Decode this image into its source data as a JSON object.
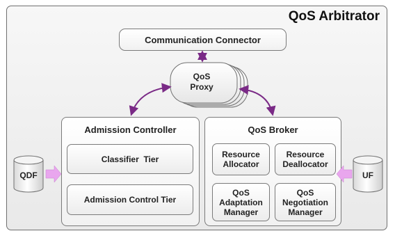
{
  "title": "QoS Arbitrator",
  "communication_connector": "Communication Connector",
  "proxy": {
    "line1": "QoS",
    "line2": "Proxy"
  },
  "admission_controller": {
    "title": "Admission Controller",
    "tiers": [
      "Classifier  Tier",
      "Admission Control Tier"
    ]
  },
  "qos_broker": {
    "title": "QoS Broker",
    "components": [
      "Resource\nAllocator",
      "Resource\nDeallocator",
      "QoS\nAdaptation\nManager",
      "QoS\nNegotiation\nManager"
    ]
  },
  "qdf": "QDF",
  "uf": "UF",
  "colors": {
    "arrow": "#7a2a86",
    "input_arrow": "#e9a6ee"
  }
}
